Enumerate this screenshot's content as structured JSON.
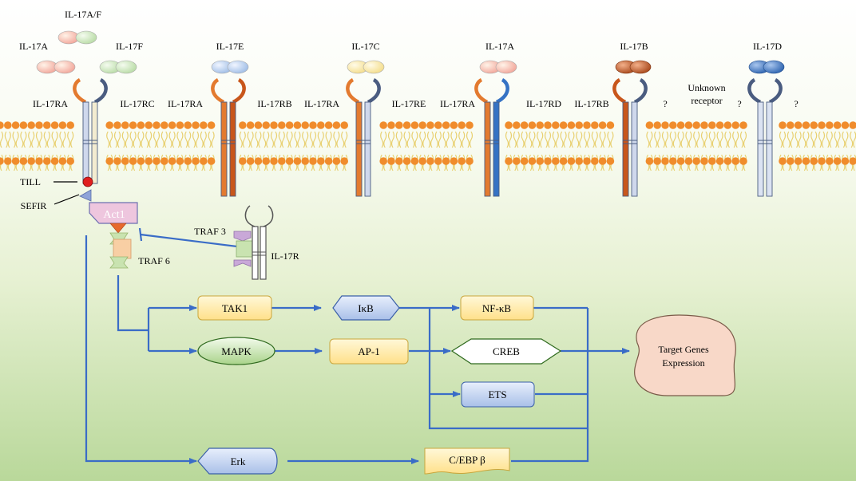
{
  "ligands": {
    "il17af": "IL-17A/F",
    "il17a_left": "IL-17A",
    "il17f": "IL-17F",
    "il17e": "IL-17E",
    "il17c": "IL-17C",
    "il17a_right": "IL-17A",
    "il17b": "IL-17B",
    "il17d": "IL-17D"
  },
  "receptors": {
    "r1": "IL-17RA",
    "r2": "IL-17RC",
    "r3": "IL-17RA",
    "r4": "IL-17RB",
    "r5": "IL-17RA",
    "r6": "IL-17RE",
    "r7": "IL-17RA",
    "r8": "IL-17RD",
    "r9": "IL-17RB",
    "unknown_line1": "Unknown",
    "unknown_line2": "receptor",
    "q1": "?",
    "q2": "?",
    "q3": "?",
    "il17r": "IL-17R"
  },
  "adaptors": {
    "till": "TILL",
    "sefir": "SEFIR",
    "act1": "Act1",
    "traf3": "TRAF 3",
    "traf6": "TRAF 6"
  },
  "pathway": {
    "tak1": "TAK1",
    "ikb": "IκB",
    "nfkb": "NF-κB",
    "mapk": "MAPK",
    "ap1": "AP-1",
    "creb": "CREB",
    "ets": "ETS",
    "erk": "Erk",
    "cebpb": "C/EBP β",
    "target_line1": "Target Genes",
    "target_line2": "Expression"
  },
  "colors": {
    "membrane_head": "#f08c2c",
    "tail": "#e8d070",
    "arrow": "#3a6cc7",
    "node_yellow": "#ffe9a0",
    "node_blue": "#bfd0ee",
    "node_green": "#c9e3b0",
    "act1": "#eec6de",
    "target": "#f8d8c8"
  }
}
